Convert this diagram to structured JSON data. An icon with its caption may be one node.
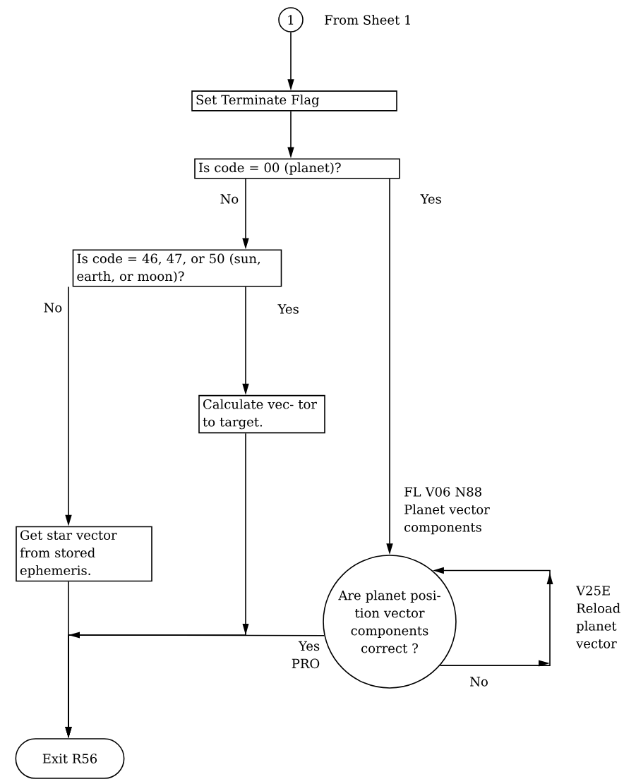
{
  "diagram": {
    "nodes": [
      {
        "text": [
          "1"
        ],
        "beside": [
          "From Sheet 1"
        ]
      },
      {
        "text": [
          "Set Terminate Flag"
        ]
      },
      {
        "text": [
          "Is code = 00 (planet)?"
        ]
      },
      {
        "text": [
          "Is code = 46, 47, or 50 (sun, earth, or moon)?"
        ]
      },
      {
        "text": [
          "Calculate vec- tor to target."
        ]
      },
      {
        "text": [
          "Get star vector from stored ephemeris."
        ]
      },
      {
        "text": [
          "Are planet posi- tion vector components correct ?"
        ]
      },
      {
        "text": [
          "Exit R56"
        ]
      }
    ],
    "edges": [
      {
        "from": 0,
        "to": 1,
        "arrow": "to"
      },
      {
        "from": 1,
        "to": 2,
        "arrow": "to"
      },
      {
        "from": 2,
        "to": 3,
        "arrow": "to",
        "label": "No"
      },
      {
        "from": 2,
        "to": 6,
        "arrow": "to",
        "label": "Yes"
      },
      {
        "from": 3,
        "to": 5,
        "arrow": "to",
        "label": "No"
      },
      {
        "from": 3,
        "to": 4,
        "arrow": "to",
        "label": "Yes"
      },
      {
        "from": 4,
        "to": 7,
        "arrow": "to"
      },
      {
        "from": 5,
        "to": 7,
        "arrow": "to"
      },
      {
        "from": 6,
        "to": 7,
        "arrow": "to",
        "label": "Yes PRO"
      },
      {
        "from": 6,
        "to": 6,
        "arrow": "to",
        "label": "No"
      }
    ],
    "labels": [
      "FL V06 N88 Planet vector components",
      "V25E Reload planet vector"
    ]
  }
}
